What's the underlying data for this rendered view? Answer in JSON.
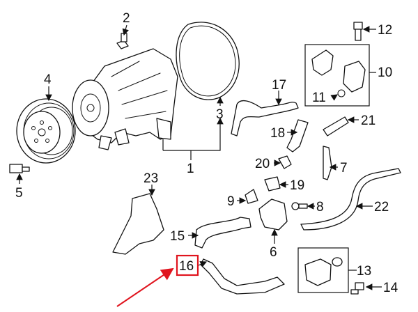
{
  "callouts": {
    "c1": "1",
    "c2": "2",
    "c3": "3",
    "c4": "4",
    "c5": "5",
    "c6": "6",
    "c7": "7",
    "c8": "8",
    "c9": "9",
    "c10": "10",
    "c11": "11",
    "c12": "12",
    "c13": "13",
    "c14": "14",
    "c15": "15",
    "c16": "16",
    "c17": "17",
    "c18": "18",
    "c19": "19",
    "c20": "20",
    "c21": "21",
    "c22": "22",
    "c23": "23"
  },
  "highlight": {
    "callout": "16",
    "box_color": "#e0141e",
    "arrow_color": "#e0141e"
  }
}
